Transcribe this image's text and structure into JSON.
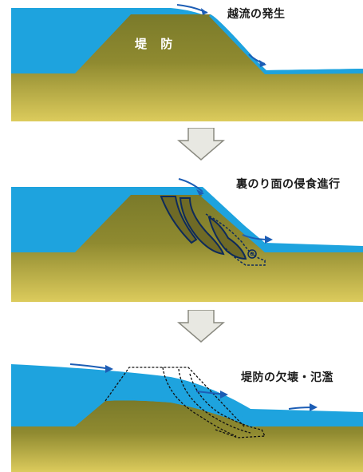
{
  "stages": [
    {
      "label": "越流の発生",
      "levee_label": "堤 防"
    },
    {
      "label": "裏のり面の侵食進行"
    },
    {
      "label": "堤防の欠壊・氾濫"
    }
  ],
  "colors": {
    "water": "#1ea3de",
    "water_light": "#3fb7ea",
    "ground_top": "#7a7a2a",
    "ground_bottom": "#d8c858",
    "flow_arrow": "#1c5db5",
    "down_arrow_fill": "#e8e8e2",
    "down_arrow_stroke": "#8a8a80"
  }
}
